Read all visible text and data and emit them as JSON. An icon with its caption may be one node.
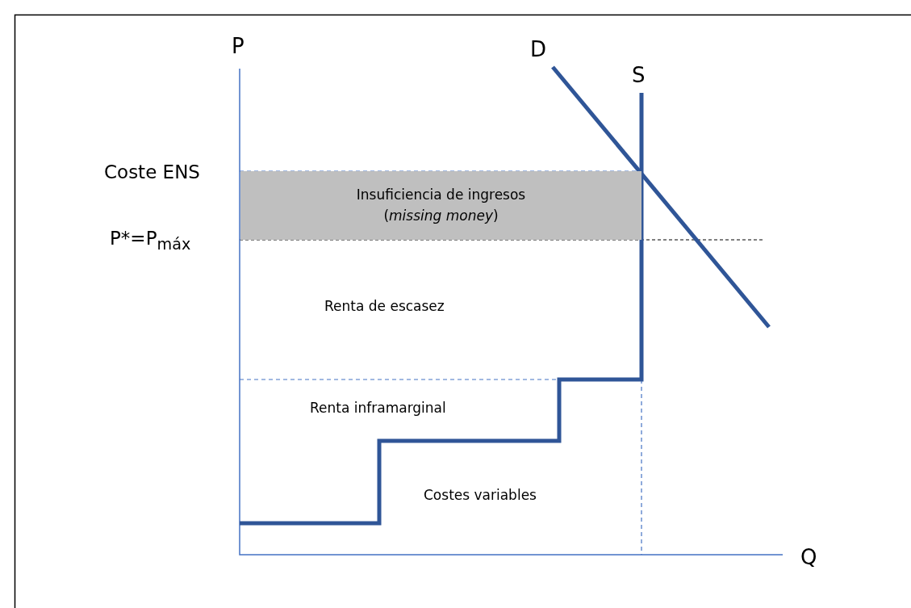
{
  "diagram": {
    "nodes": [
      {
        "text": [
          "Insuficiencia de ingresos (*missing money*)"
        ]
      }
    ],
    "labels": [
      "P",
      "D",
      "S",
      "Coste ENS",
      "P*=P$_{máx}$",
      "Renta de escasez",
      "Renta inframarginal",
      "Costes variables",
      "Q"
    ]
  }
}
